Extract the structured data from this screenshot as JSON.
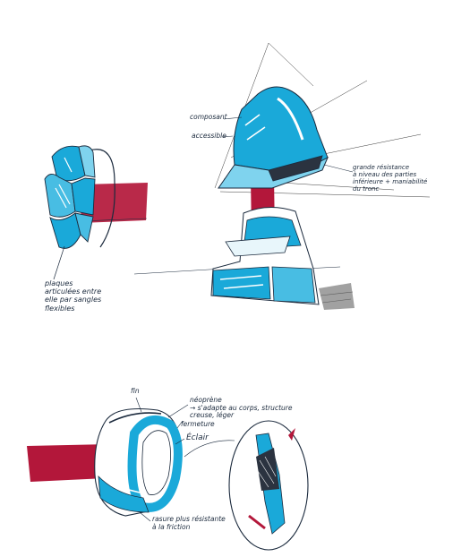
{
  "palette": {
    "ink": "#1b2a3d",
    "cyan": "#1aa9d9",
    "cyan_light": "#7fd3ee",
    "red": "#b3173a",
    "grey": "#8a8a8a"
  },
  "sketch_top_left": {
    "annotation": "plaques\narticulées entre\nelle par sangles\nflexibles"
  },
  "sketch_top_right": {
    "label_composant": "composant",
    "label_accessible": "accessible",
    "label_resistance": "grande résistance\nà niveau des parties\ninférieure + maniabilité\ndu tronc"
  },
  "sketch_bottom": {
    "label_fin": "fin",
    "label_neoprene": "néoprène\n→ s'adapte au corps, structure\ncreuse, léger",
    "label_fermeture": "fermeture",
    "label_eclair": "Éclair",
    "label_resistant": "rasure plus résistante\nà la friction"
  }
}
